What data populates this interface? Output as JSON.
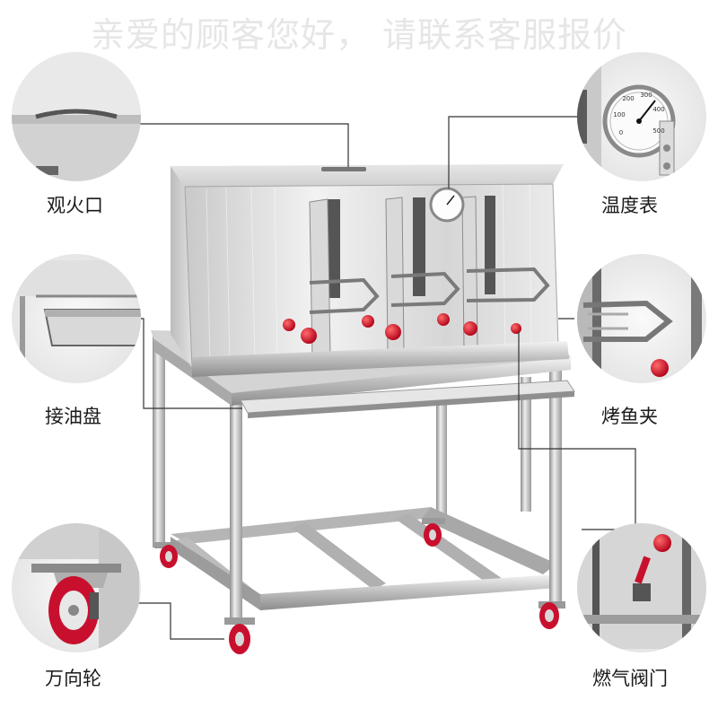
{
  "banner": {
    "text": "亲爱的顾客您好，  请联系客服报价"
  },
  "callouts": {
    "sight_port": "观火口",
    "thermometer": "温度表",
    "drip_tray": "接油盘",
    "fish_clamp": "烤鱼夹",
    "casters": "万向轮",
    "gas_valve": "燃气阀门"
  },
  "thermometer_scale": [
    "0",
    "100",
    "200",
    "300",
    "400",
    "500"
  ],
  "colors": {
    "steel_light": "#eeeeee",
    "steel_mid": "#c8c8c8",
    "steel_dark": "#8a8a8a",
    "knob_red": "#d0102a",
    "wheel_red": "#c8102e"
  }
}
